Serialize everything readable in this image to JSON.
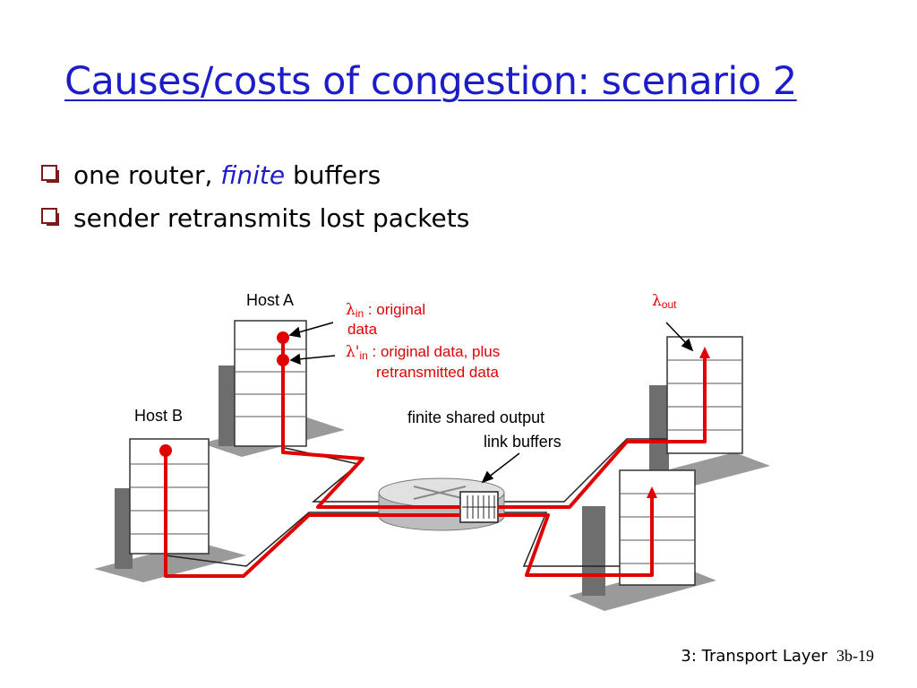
{
  "title": "Causes/costs of congestion: scenario 2",
  "bullets": [
    {
      "before": "one router, ",
      "em": "finite",
      "after": " buffers"
    },
    {
      "text": "sender retransmits lost packets"
    }
  ],
  "diagram": {
    "host_a": "Host A",
    "host_b": "Host B",
    "lambda_in": {
      "symbol": "λ",
      "sub": "in",
      "text": " : original",
      "text2": "data"
    },
    "lambda_in_prime": {
      "symbol": "λ'",
      "sub": "in",
      "text": " : original data, plus",
      "text2": "retransmitted data"
    },
    "lambda_out": {
      "symbol": "λ",
      "sub": "out"
    },
    "buffer_label_1": "finite shared output",
    "buffer_label_2": "link buffers"
  },
  "footer": {
    "chapter": "3: Transport Layer",
    "page": "3b-19"
  },
  "colors": {
    "title": "#1d1dc7",
    "flow": "#e00000"
  }
}
